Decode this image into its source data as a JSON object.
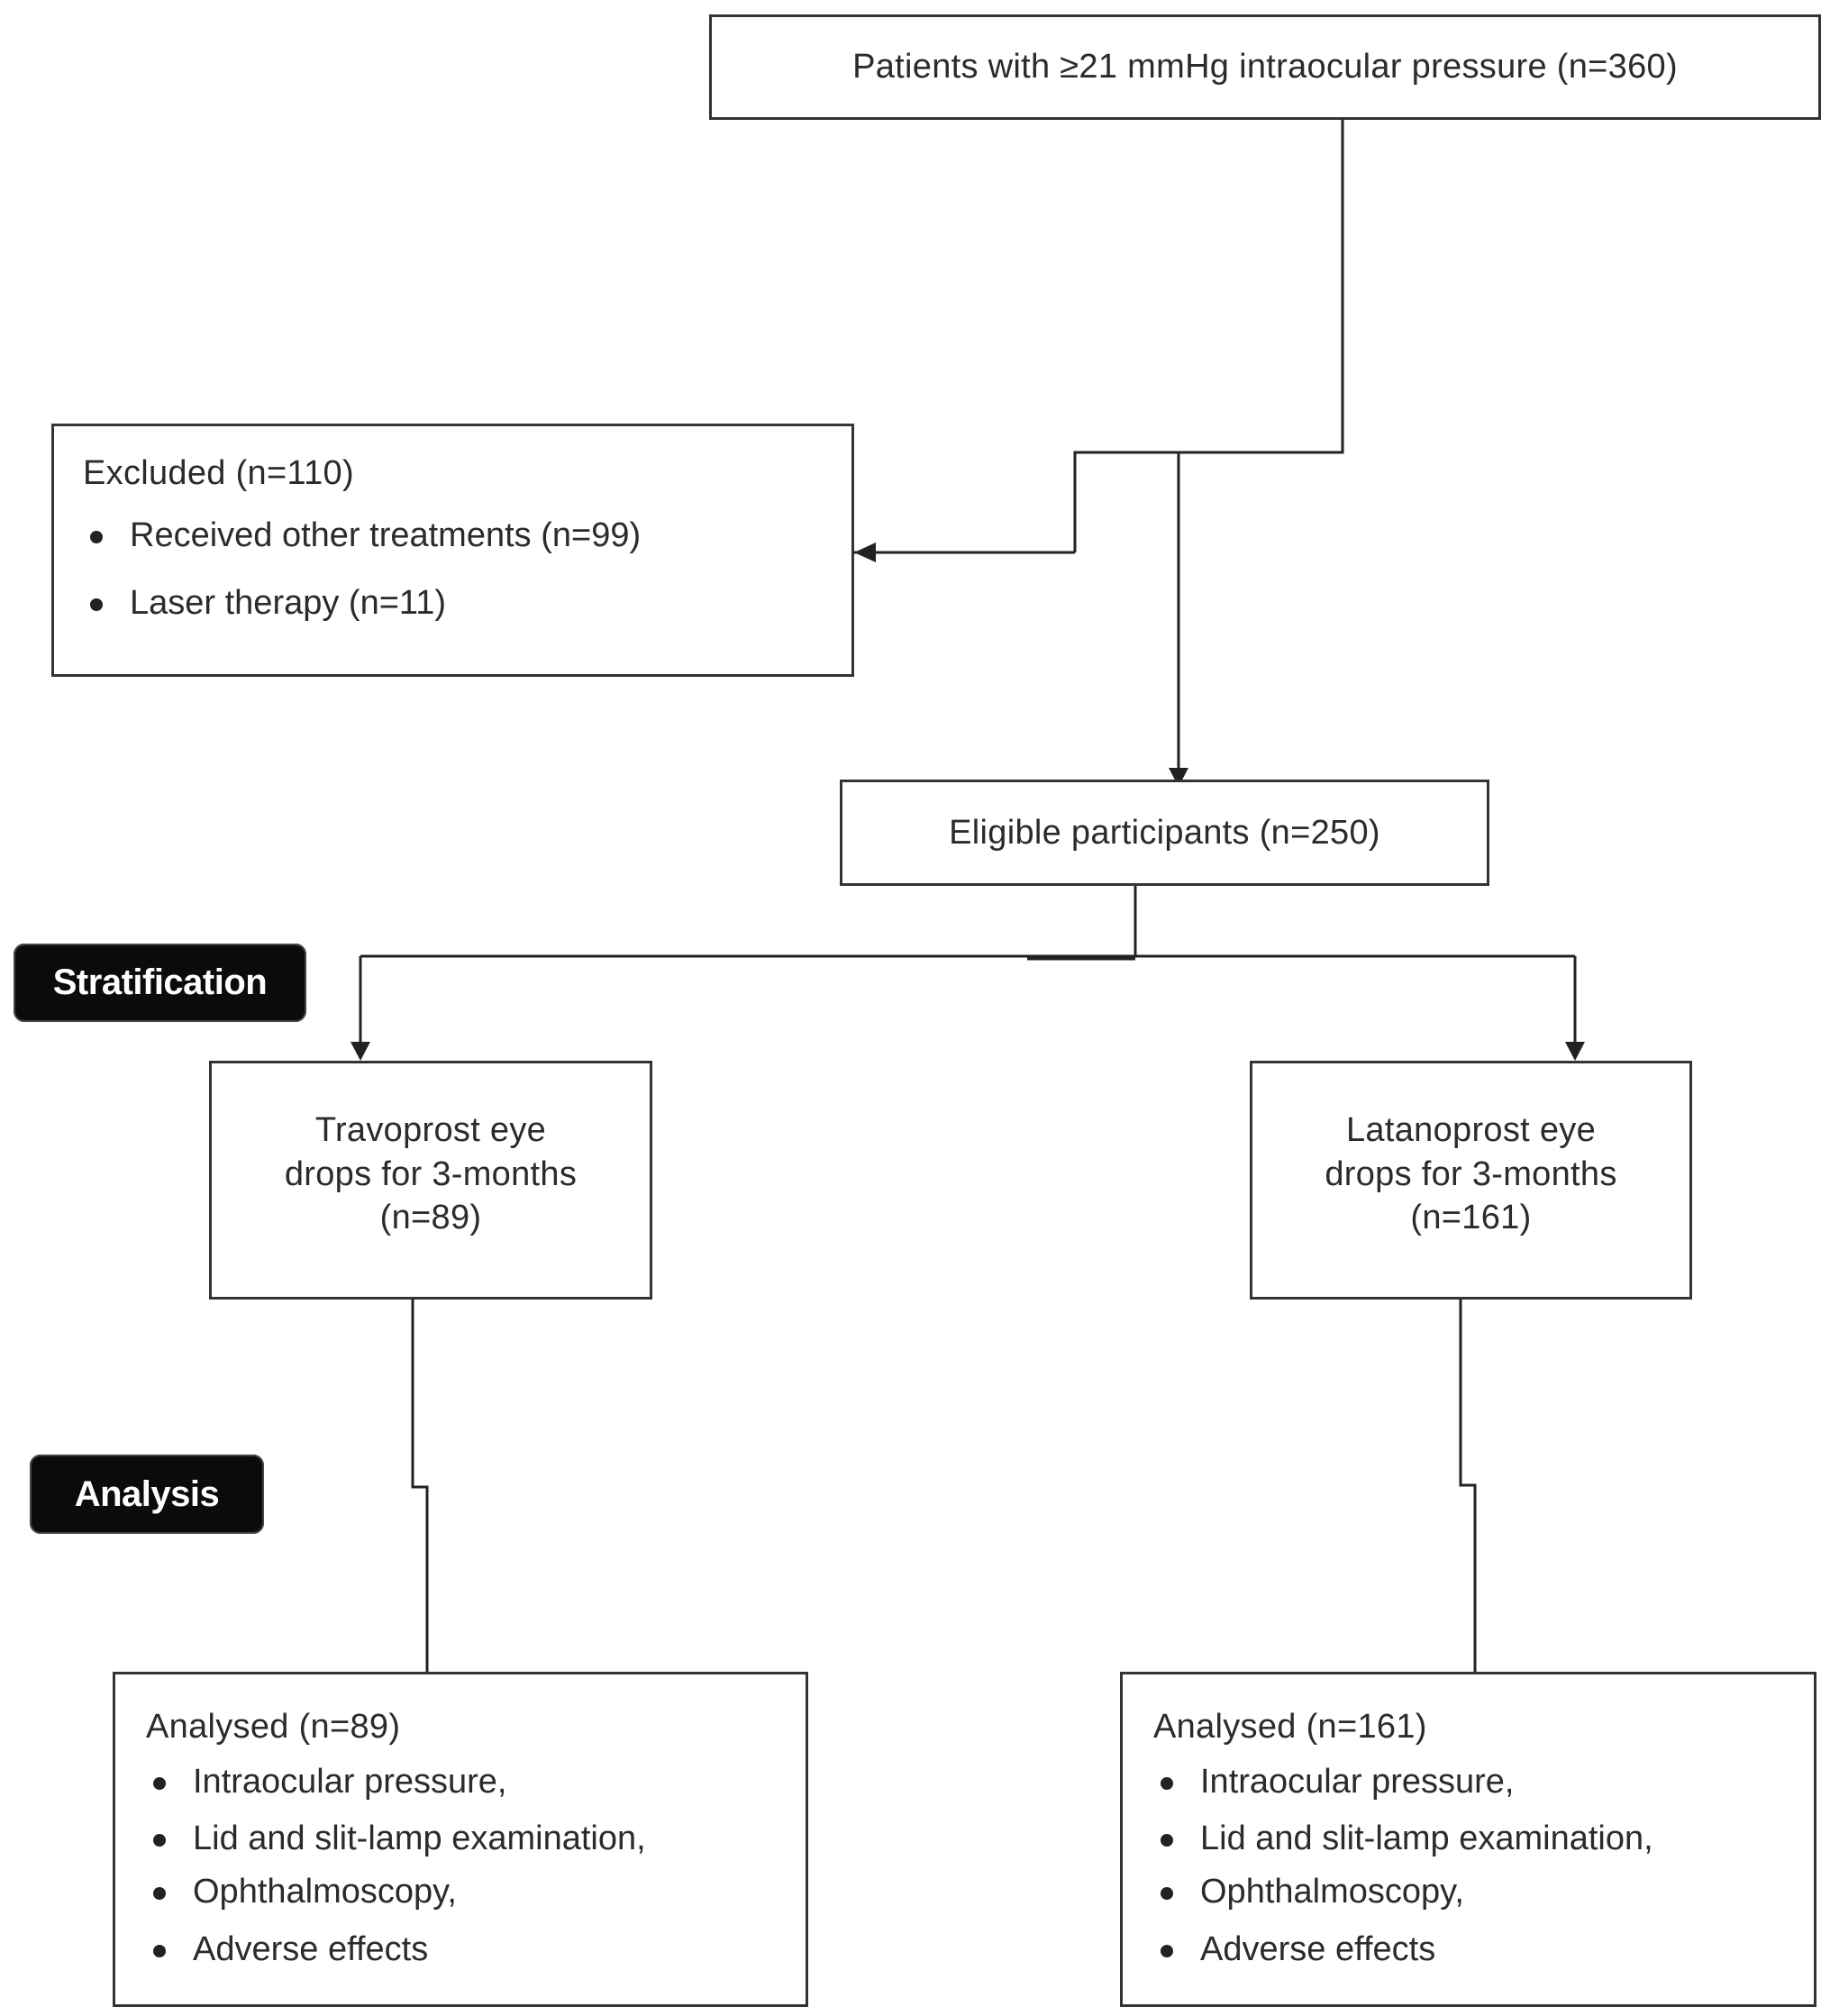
{
  "top": {
    "text": "Patients with ≥21 mmHg intraocular pressure (n=360)"
  },
  "excluded": {
    "title": "Excluded (n=110)",
    "items": [
      "Received other treatments (n=99)",
      "Laser therapy (n=11)"
    ]
  },
  "eligible": {
    "text": "Eligible participants (n=250)"
  },
  "labels": {
    "stratification": "Stratification",
    "analysis": "Analysis"
  },
  "travoprost": {
    "lines": [
      "Travoprost eye",
      "drops for 3-months",
      "(n=89)"
    ]
  },
  "latanoprost": {
    "lines": [
      "Latanoprost eye",
      "drops for 3-months",
      "(n=161)"
    ]
  },
  "analysed_left": {
    "title": "Analysed (n=89)",
    "items": [
      "Intraocular pressure,",
      "Lid and slit-lamp examination,",
      "Ophthalmoscopy,",
      "Adverse effects"
    ]
  },
  "analysed_right": {
    "title": "Analysed (n=161)",
    "items": [
      "Intraocular pressure,",
      "Lid and slit-lamp examination,",
      "Ophthalmoscopy,",
      "Adverse effects"
    ]
  }
}
